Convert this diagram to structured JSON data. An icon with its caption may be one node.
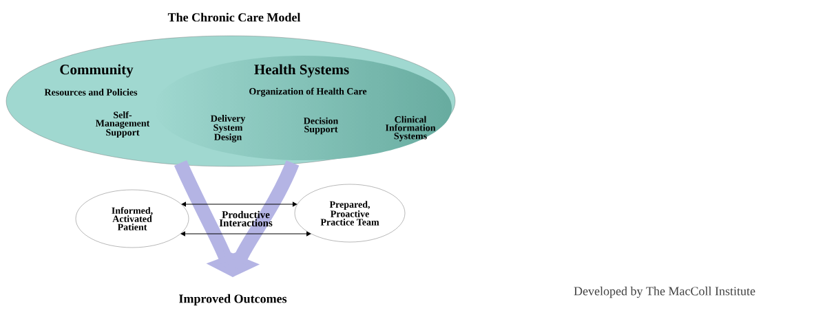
{
  "diagram": {
    "title": "The Chronic Care Model",
    "nodes": [
      {
        "text": [
          "Community",
          "Resources and Policies",
          "Self-Management Support"
        ]
      },
      {
        "text": [
          "Health Systems",
          "Organization of Health Care",
          "Delivery System Design",
          "Decision Support",
          "Clinical Information Systems"
        ],
        "in": 0
      },
      {
        "text": [
          "Informed, Activated Patient"
        ]
      },
      {
        "text": [
          "Prepared, Proactive Practice Team"
        ]
      },
      {
        "text": [
          "Improved Outcomes"
        ]
      }
    ],
    "edges": [
      {
        "from": 2,
        "to": 3,
        "arrow": "both",
        "label": "Productive Interactions"
      },
      {
        "from": 2,
        "to": 3,
        "arrow": "both"
      },
      {
        "from": 0,
        "to": 4,
        "arrow": "to",
        "style": "thick",
        "color": "#b4b4e4"
      },
      {
        "from": 1,
        "to": 4,
        "arrow": "to",
        "style": "thick",
        "color": "#b4b4e4"
      }
    ],
    "labels": [
      "Developed by The MacColl Institute"
    ]
  }
}
